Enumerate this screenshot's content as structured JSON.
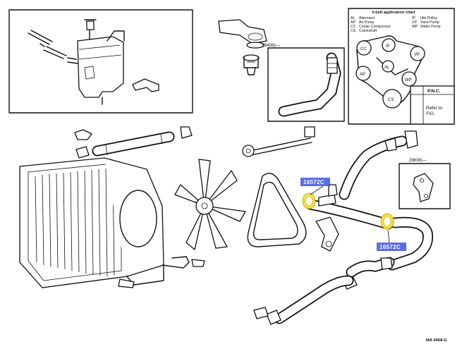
{
  "part_callouts": [
    {
      "id": "callout-upper",
      "label": "16572C"
    },
    {
      "id": "callout-lower",
      "label": "16572C"
    }
  ],
  "figure_refs": {
    "ref_top": "(9408)—",
    "ref_right": "(9808)—"
  },
  "vbelt_chart": {
    "title": "V-belt application chart",
    "legend_left": [
      {
        "code": "AL",
        "name": "Alternator"
      },
      {
        "code": "AP",
        "name": "Air Pump"
      },
      {
        "code": "CC",
        "name": "Cooler Compressor"
      },
      {
        "code": "CS",
        "name": "Crankshaft"
      }
    ],
    "legend_right": [
      {
        "code": "IP",
        "name": "Idle Pulley"
      },
      {
        "code": "VP",
        "name": "Vane Pump"
      },
      {
        "code": "WP",
        "name": "Water Pump"
      }
    ],
    "pulley_labels": [
      "CC",
      "IP",
      "VP",
      "AP",
      "AL",
      "WP",
      "CS"
    ]
  },
  "pnc_box": {
    "header": "P.N.C.",
    "note_line1": "Refer to",
    "note_line2": "FIG."
  },
  "drawing_id": "MA 4968-G",
  "colors": {
    "highlight": "#ffe033",
    "callout_fill": "#3d52e6",
    "ink": "#111111"
  }
}
